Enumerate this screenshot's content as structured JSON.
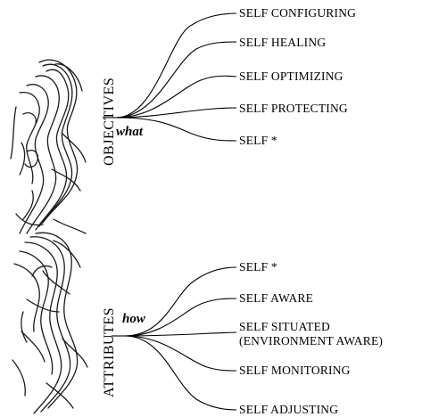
{
  "objectives": {
    "title": "OBJECTIVES",
    "hub": "what",
    "items": [
      "SELF CONFIGURING",
      "SELF HEALING",
      "SELF OPTIMIZING",
      "SELF PROTECTING",
      "SELF *"
    ]
  },
  "attributes": {
    "title": "ATTRIBUTES",
    "hub": "how",
    "items": [
      "SELF *",
      "SELF AWARE",
      "SELF SITUATED",
      "(ENVIRONMENT AWARE)",
      "SELF MONITORING",
      "SELF ADJUSTING"
    ]
  }
}
